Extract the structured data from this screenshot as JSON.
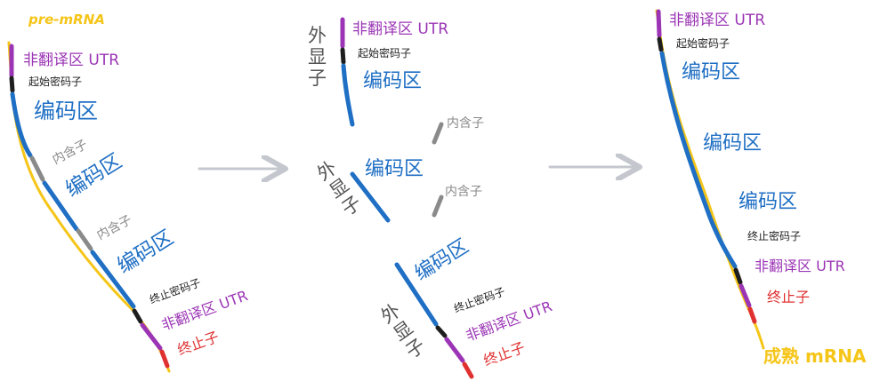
{
  "colors": {
    "utr": "#9b35b5",
    "codon": "#1e1e1e",
    "coding": "#1f6fc4",
    "intron": "#8a8a8a",
    "stop": "#e03131",
    "premrna": "#f5c518",
    "arrow": "#c4c8ce"
  },
  "left": {
    "title": "pre-mRNA",
    "utr5": "非翻译区 UTR",
    "start_codon": "起始密码子",
    "coding1": "编码区",
    "intron1": "内含子",
    "coding2": "编码区",
    "intron2": "内含子",
    "coding3": "编码区",
    "stop_codon": "终止密码子",
    "utr3": "非翻译区 UTR",
    "terminator": "终止子"
  },
  "middle": {
    "exon1": {
      "side": "外显子",
      "utr5": "非翻译区 UTR",
      "start_codon": "起始密码子",
      "coding": "编码区"
    },
    "intron1": "内含子",
    "intron2": "内含子",
    "exon2": {
      "side": "外显子",
      "coding": "编码区"
    },
    "exon3": {
      "side": "外显子",
      "coding": "编码区",
      "stop_codon": "终止密码子",
      "utr3": "非翻译区 UTR",
      "terminator": "终止子"
    }
  },
  "right": {
    "utr5": "非翻译区 UTR",
    "start_codon": "起始密码子",
    "coding1": "编码区",
    "coding2": "编码区",
    "coding3": "编码区",
    "stop_codon": "终止密码子",
    "utr3": "非翻译区 UTR",
    "terminator": "终止子",
    "title": "成熟 mRNA"
  }
}
